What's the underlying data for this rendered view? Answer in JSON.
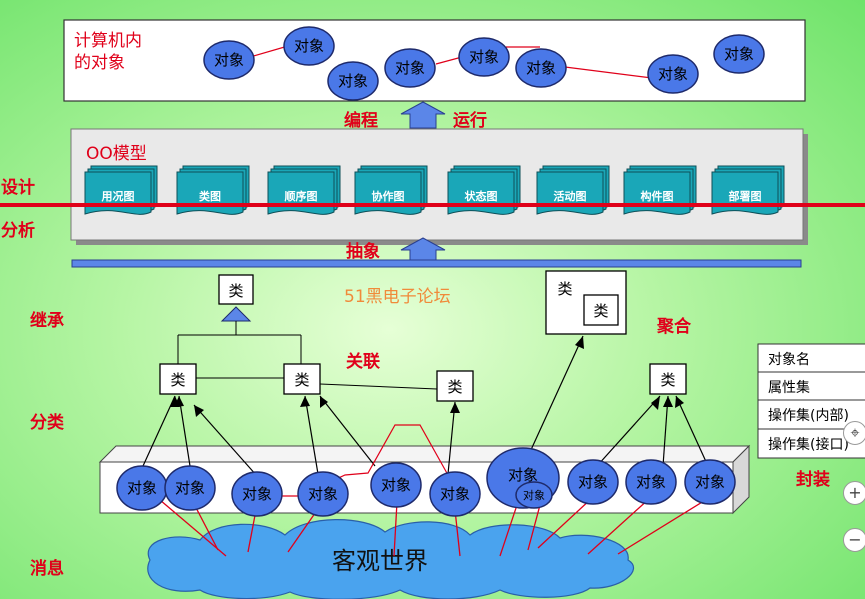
{
  "top_box": {
    "label_line1": "计算机内",
    "label_line2": "的对象",
    "objects": [
      "对象",
      "对象",
      "对象",
      "对象",
      "对象",
      "对象",
      "对象",
      "对象"
    ]
  },
  "arrow_labels": {
    "programming": "编程",
    "running": "运行",
    "abstraction": "抽象"
  },
  "oo_model": {
    "title": "OO模型",
    "diagrams": [
      "用况图",
      "类图",
      "顺序图",
      "协作图",
      "状态图",
      "活动图",
      "构件图",
      "部署图"
    ]
  },
  "side_labels": {
    "design": "设计",
    "analysis": "分析",
    "inheritance": "继承",
    "classification": "分类",
    "message": "消息",
    "aggregation": "聚合",
    "association": "关联",
    "encapsulation": "封装"
  },
  "watermark": "51黑电子论坛",
  "class_label": "类",
  "encapsulation_table": [
    "对象名",
    "属性集",
    "操作集(内部)",
    "操作集(接口)"
  ],
  "bottom_objects": [
    "对象",
    "对象",
    "对象",
    "对象",
    "对象",
    "对象",
    "对象",
    "对象",
    "对象",
    "对象",
    "对象"
  ],
  "nested_object": "对象",
  "world_label": "客观世界",
  "controls": {
    "move": "⌖",
    "zoom_in": "+",
    "zoom_out": "−"
  },
  "colors": {
    "accent_red": "#e0001a",
    "object_blue": "#4a78e8",
    "cyan_doc": "#1aa7b8"
  }
}
